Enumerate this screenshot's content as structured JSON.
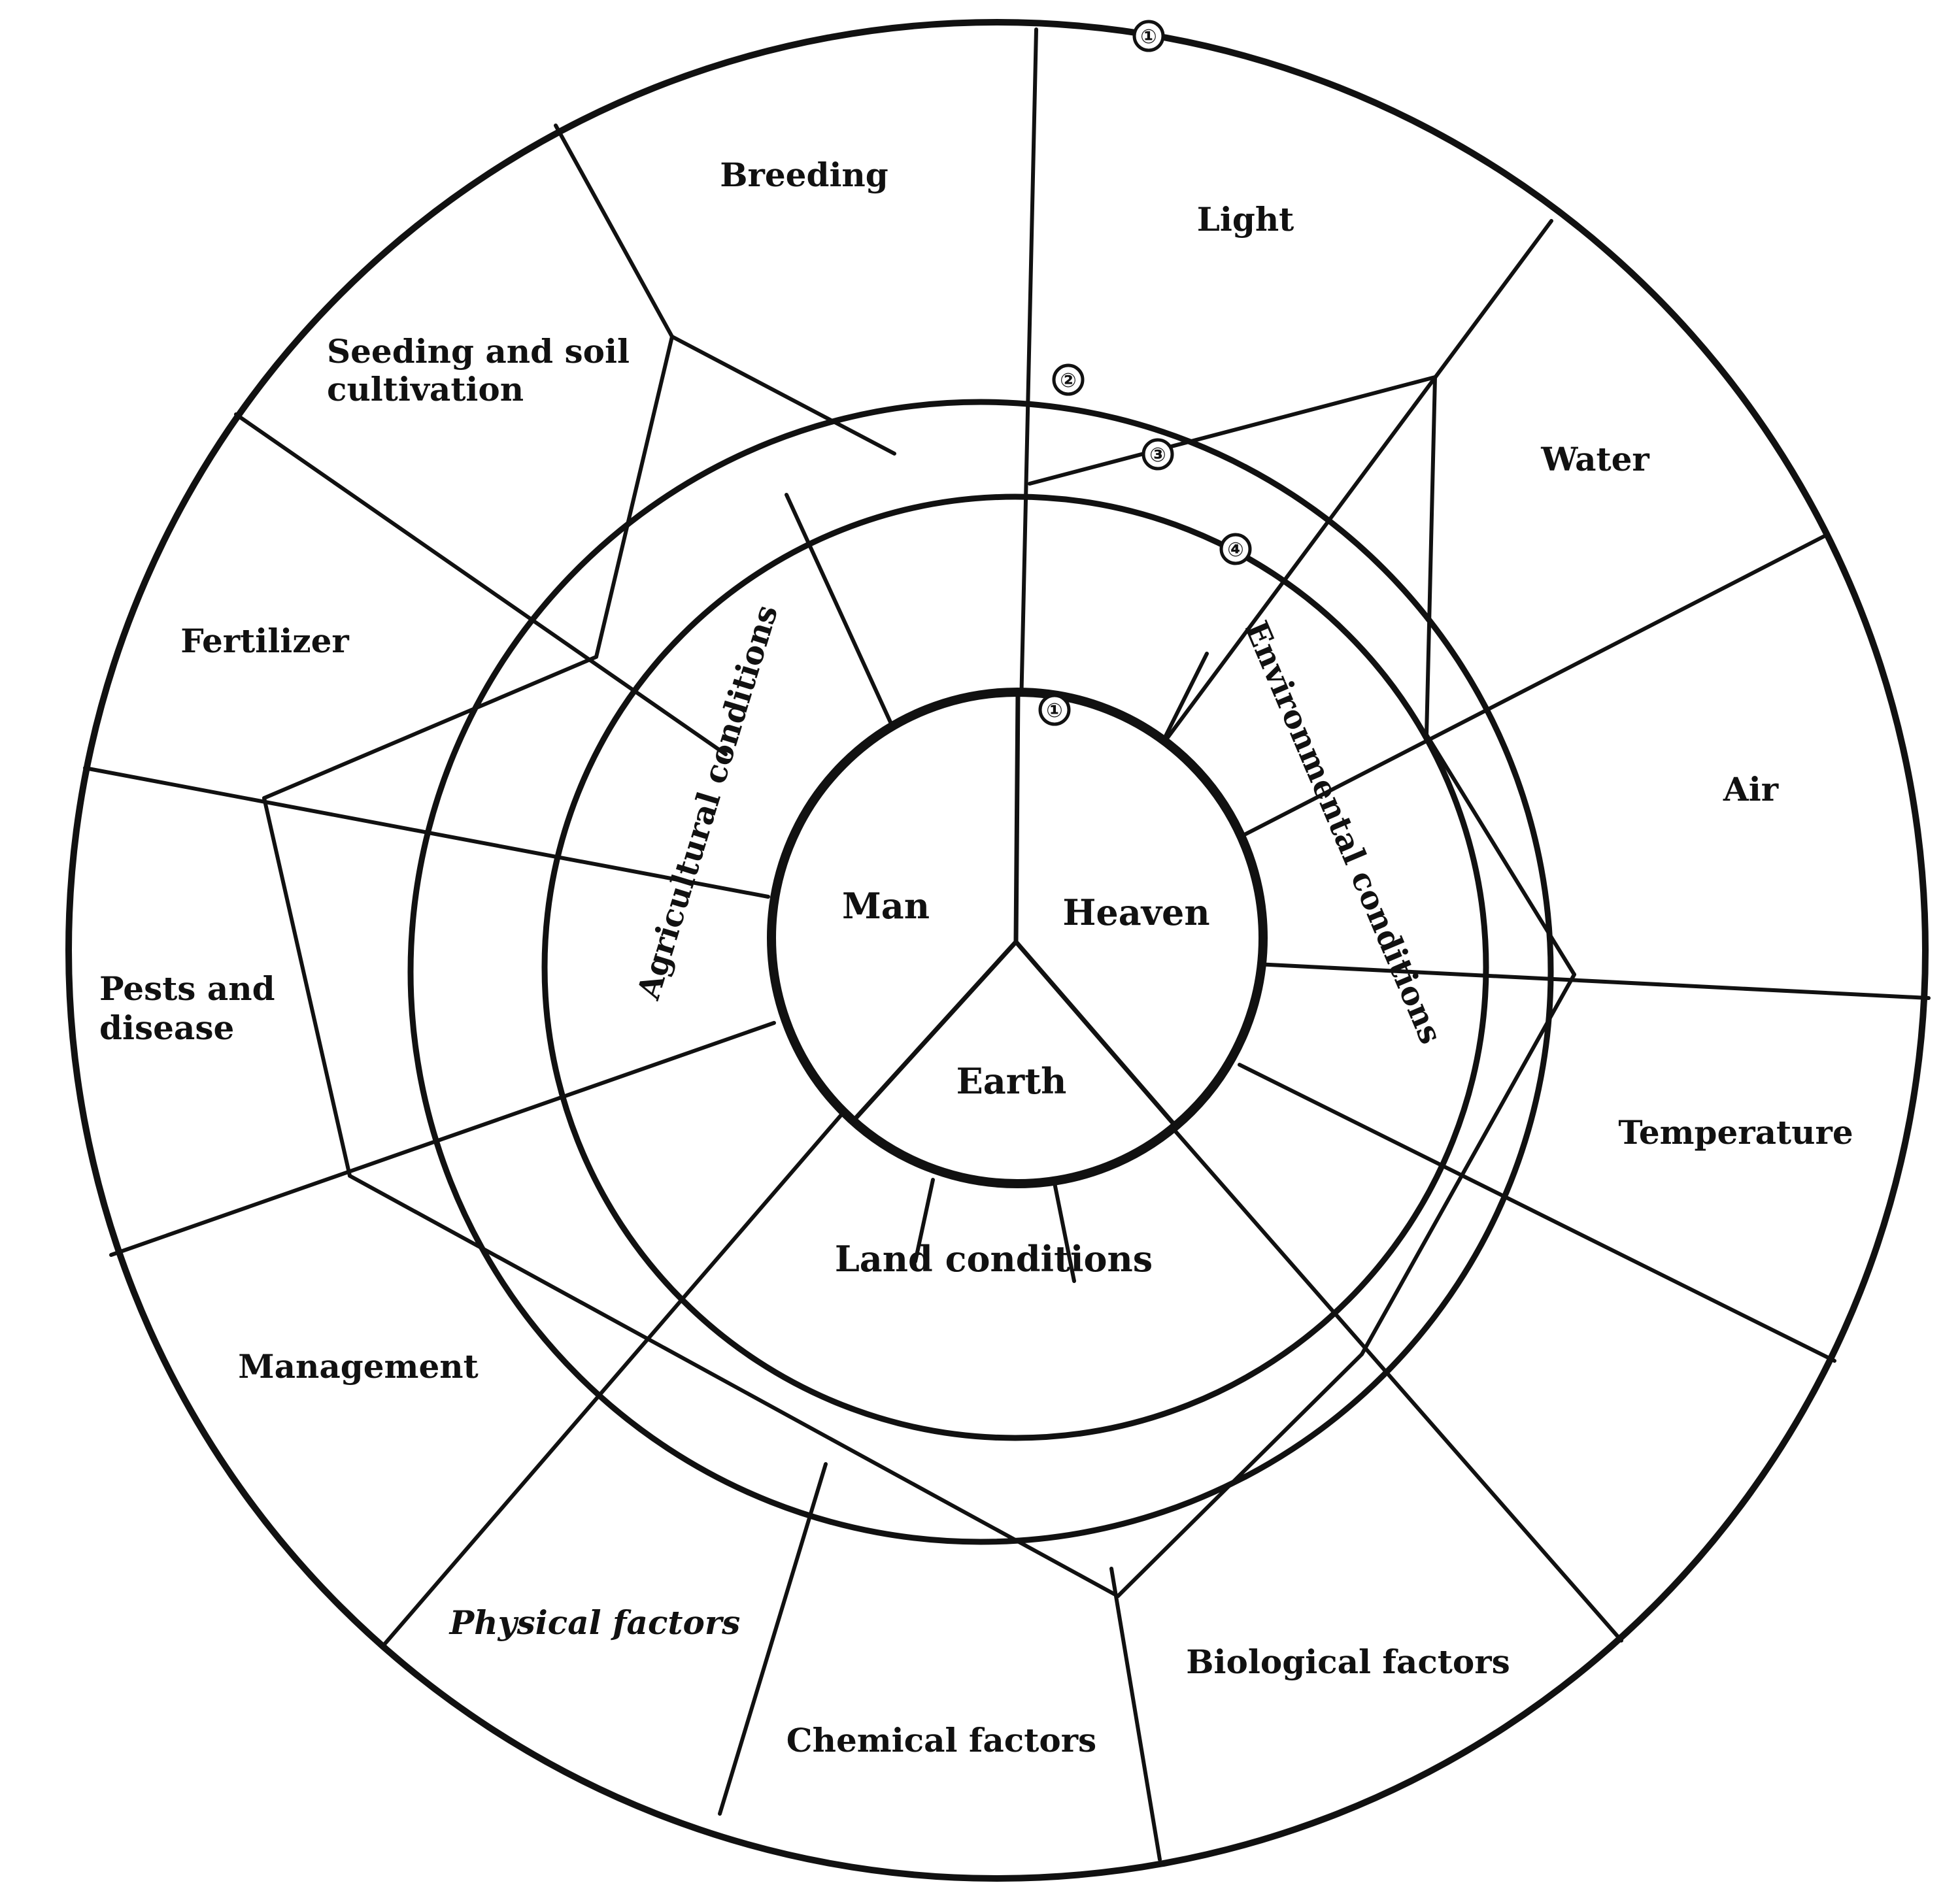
{
  "center": {
    "man": "Man",
    "heaven": "Heaven",
    "earth": "Earth"
  },
  "conditions": {
    "agricultural": "Agricultural conditions",
    "environmental": "Environmental conditions",
    "land": "Land conditions"
  },
  "ring_markers": {
    "m1_outer": "①",
    "m2": "②",
    "m3": "③",
    "m4": "④",
    "m1_inner": "①"
  },
  "factors": {
    "breeding": "Breeding",
    "light": "Light",
    "seeding_line1": "Seeding and soil",
    "seeding_line2": "cultivation",
    "water": "Water",
    "fertilizer": "Fertilizer",
    "air": "Air",
    "pests_line1": "Pests and",
    "pests_line2": "disease",
    "temperature": "Temperature",
    "management": "Management",
    "physical": "Physical factors",
    "chemical": "Chemical factors",
    "biological": "Biological factors"
  }
}
